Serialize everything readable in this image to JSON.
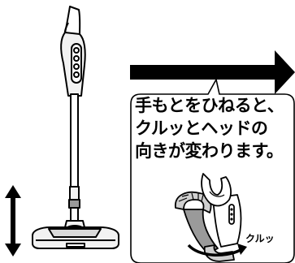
{
  "callout": {
    "lines": [
      "手もとをひねると、",
      "クルッとヘッドの",
      "向きが変わります。"
    ]
  },
  "rotate_label": "クルッ",
  "icons": {
    "direction_arrow": "right-arrow-icon",
    "height_arrow": "up-down-arrow-icon",
    "rotation_arrow": "rotation-arrow-icon"
  },
  "colors": {
    "ink": "#000000",
    "body_fill": "#f2f2f2",
    "shade": "#9a9a9a",
    "paper": "#ffffff"
  }
}
